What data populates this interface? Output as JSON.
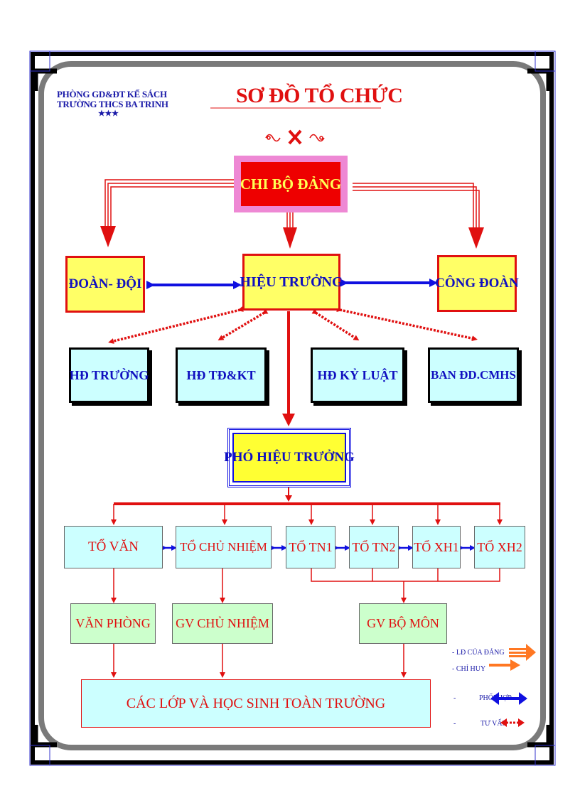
{
  "header": {
    "line1": "PHÒNG GD&ĐT KẾ SÁCH",
    "line2": "TRƯỜNG THCS BA TRINH",
    "stars": "★★★",
    "title": "SƠ ĐỒ TỔ CHỨC"
  },
  "nodes": {
    "chi_bo": "CHI BỘ ĐẢNG",
    "doan_doi": "ĐOÀN- ĐỘI",
    "hieu_truong": "HIỆU TRƯỞNG",
    "cong_doan": "CÔNG ĐOÀN",
    "hd_truong": "HĐ TRƯỜNG",
    "hd_tdkt": "HĐ TĐ&KT",
    "hd_ky_luat": "HĐ KỶ LUẬT",
    "ban_dd": "BAN ĐD.CMHS",
    "pho_hieu_truong": "PHÓ HIỆU TRƯỞNG",
    "to_van": "TỔ VĂN",
    "to_chu_nhiem": "TỔ CHỦ NHIỆM",
    "to_tn1": "TỔ TN1",
    "to_tn2": "TỔ TN2",
    "to_xh1": "TỔ XH1",
    "to_xh2": "TỔ XH2",
    "van_phong": "VĂN PHÒNG",
    "gv_chu_nhiem": "GV CHỦ NHIỆM",
    "gv_bo_mon": "GV BỘ MÔN",
    "cac_lop": "CÁC LỚP VÀ HỌC SINH TOÀN TRƯỜNG"
  },
  "legend": {
    "ld": "- LĐ CỦA ĐẢNG",
    "chi_huy": "- CHỈ HUY",
    "phoi_hop_dash": "-",
    "phoi_hop": "PHỐI HỢP",
    "tu_van_dash": "-",
    "tu_van": "TƯ VẤN"
  },
  "colors": {
    "red": "#e01010",
    "blue": "#1010e0",
    "yellow": "#ffff66",
    "cyan": "#ccffff",
    "green": "#ccffcc",
    "orange": "#ff7722"
  }
}
